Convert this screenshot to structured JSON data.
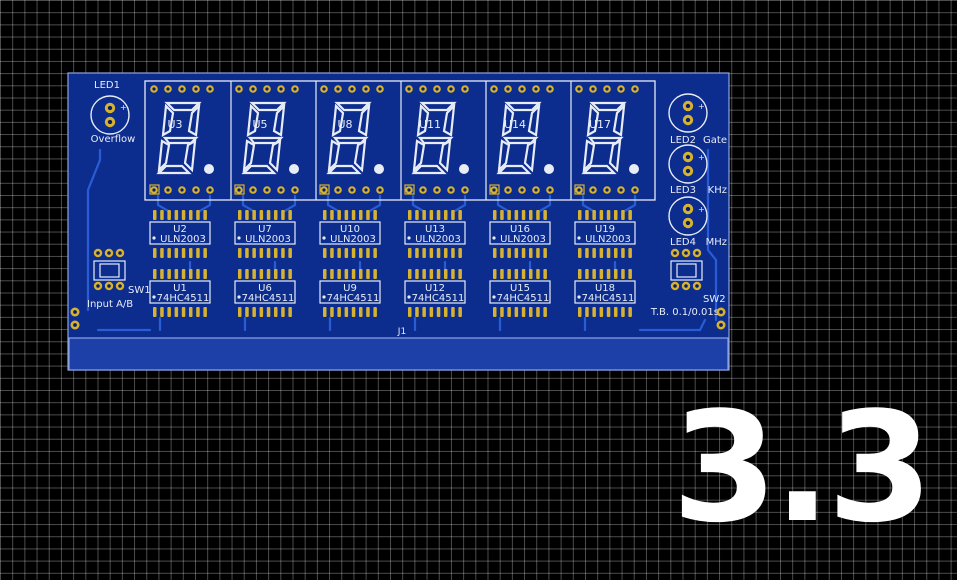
{
  "board": {
    "colors": {
      "substrate": "#0c2d8e",
      "silkscreen": "#e8ecf6",
      "pad": "#d6b230",
      "trace": "#2a5cd6",
      "connector": "#1c3fa8",
      "background": "#000000"
    },
    "leds": [
      {
        "ref": "LED1",
        "label": "Overflow"
      },
      {
        "ref": "LED2",
        "label": "Gate"
      },
      {
        "ref": "LED3",
        "label": "KHz"
      },
      {
        "ref": "LED4",
        "label": "MHz"
      }
    ],
    "displays": [
      {
        "ref": "U3"
      },
      {
        "ref": "U5"
      },
      {
        "ref": "U8"
      },
      {
        "ref": "U11"
      },
      {
        "ref": "U14"
      },
      {
        "ref": "U17"
      }
    ],
    "drivers": [
      {
        "ref": "U2",
        "part": "ULN2003"
      },
      {
        "ref": "U7",
        "part": "ULN2003"
      },
      {
        "ref": "U10",
        "part": "ULN2003"
      },
      {
        "ref": "U13",
        "part": "ULN2003"
      },
      {
        "ref": "U16",
        "part": "ULN2003"
      },
      {
        "ref": "U19",
        "part": "ULN2003"
      }
    ],
    "decoders": [
      {
        "ref": "U1",
        "part": "74HC4511"
      },
      {
        "ref": "U6",
        "part": "74HC4511"
      },
      {
        "ref": "U9",
        "part": "74HC4511"
      },
      {
        "ref": "U12",
        "part": "74HC4511"
      },
      {
        "ref": "U15",
        "part": "74HC4511"
      },
      {
        "ref": "U18",
        "part": "74HC4511"
      }
    ],
    "switches": [
      {
        "ref": "SW1",
        "label": "Input A/B"
      },
      {
        "ref": "SW2",
        "label": "T.B. 0.1/0.01s"
      }
    ],
    "connector": {
      "ref": "J1"
    }
  },
  "overlay": {
    "version_label": "3.3"
  }
}
